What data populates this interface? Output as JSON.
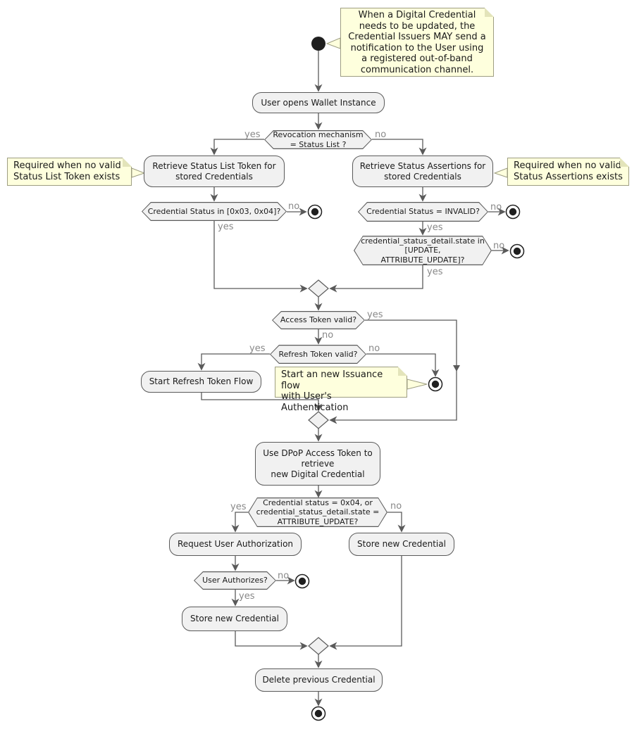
{
  "colors": {
    "shape_fill": "#f1f1f1",
    "note_fill": "#feffdd",
    "note_border": "#9e9e82",
    "line_color": "#5a5a5a",
    "branch_label_color": "#888888",
    "text_color": "#1a1a1a"
  },
  "activities": [
    {
      "text": "User opens Wallet Instance"
    },
    {
      "text": "Retrieve Status List Token for\nstored Credentials"
    },
    {
      "text": "Retrieve Status Assertions for\nstored Credentials"
    },
    {
      "text": "Start Refresh Token Flow"
    },
    {
      "text": "Use DPoP Access Token to\nretrieve\nnew Digital Credential"
    },
    {
      "text": "Request User Authorization"
    },
    {
      "text": "Store new Credential"
    },
    {
      "text": "Store new Credential"
    },
    {
      "text": "Delete previous Credential"
    }
  ],
  "decisions": [
    {
      "text": "Revocation mechanism\n= Status List ?"
    },
    {
      "text": "Credential Status in [0x03, 0x04]?"
    },
    {
      "text": "Credential Status = INVALID?"
    },
    {
      "text": "credential_status_detail.state in\n[UPDATE,\nATTRIBUTE_UPDATE]?"
    },
    {
      "text": "Access Token valid?"
    },
    {
      "text": "Refresh Token valid?"
    },
    {
      "text": "Credential status = 0x04, or\ncredential_status_detail.state =\nATTRIBUTE_UPDATE?"
    },
    {
      "text": "User Authorizes?"
    }
  ],
  "notes": [
    {
      "text": "When a Digital Credential\nneeds to be updated, the\nCredential Issuers MAY send a\nnotification to the User using\na registered out-of-band\ncommunication channel."
    },
    {
      "text": "Required when no valid\nStatus List Token exists"
    },
    {
      "text": "Required when no valid\nStatus Assertions exists"
    },
    {
      "text": "Start an new Issuance flow\nwith User's Authentication"
    }
  ],
  "branch_labels": {
    "yes": "yes",
    "no": "no"
  }
}
